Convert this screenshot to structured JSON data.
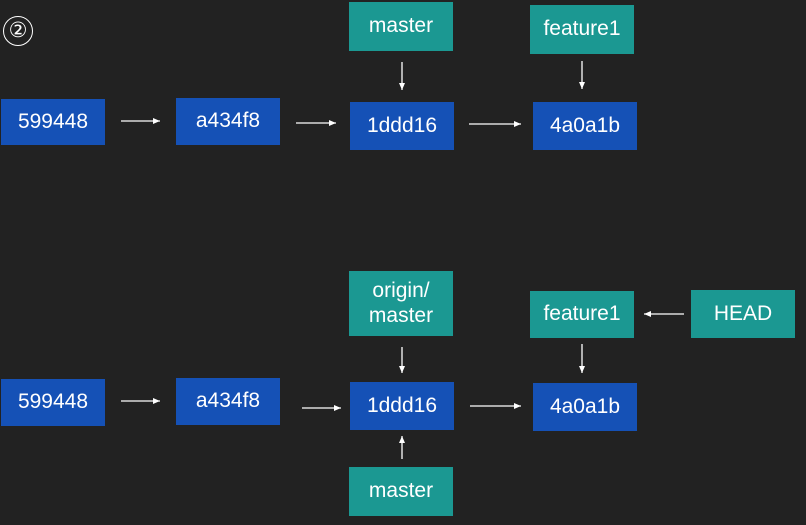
{
  "step_marker": "②",
  "top": {
    "commits": [
      "599448",
      "a434f8",
      "1ddd16",
      "4a0a1b"
    ],
    "refs": {
      "master": "master",
      "feature1": "feature1"
    }
  },
  "bottom": {
    "commits": [
      "599448",
      "a434f8",
      "1ddd16",
      "4a0a1b"
    ],
    "refs": {
      "origin_master_line1": "origin/",
      "origin_master_line2": "master",
      "feature1": "feature1",
      "head": "HEAD",
      "master": "master"
    }
  },
  "colors": {
    "background": "#222222",
    "commit": "#1551b6",
    "ref": "#1b9892",
    "arrow": "#ffffff"
  }
}
